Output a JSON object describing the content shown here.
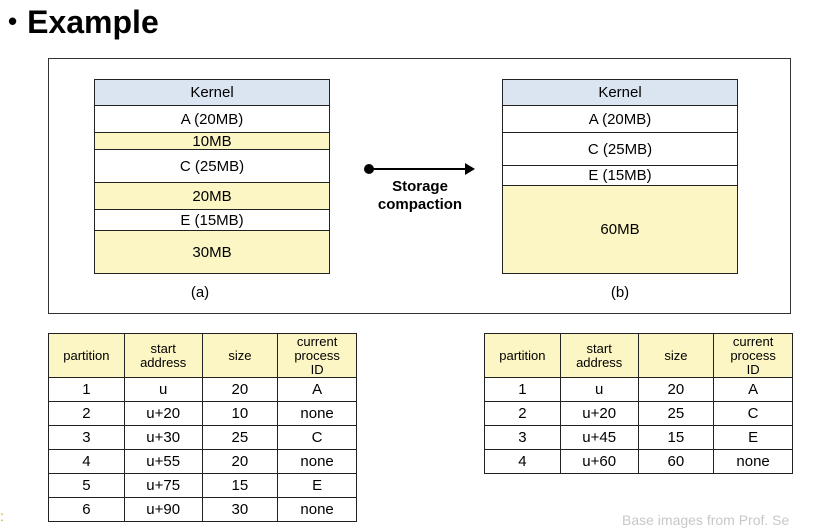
{
  "title": "Example",
  "bullet": "•",
  "diagram_a": {
    "caption": "(a)",
    "segments": [
      {
        "label": "Kernel",
        "kind": "kernel"
      },
      {
        "label": "A (20MB)",
        "kind": "proc"
      },
      {
        "label": "10MB",
        "kind": "free"
      },
      {
        "label": "C (25MB)",
        "kind": "proc"
      },
      {
        "label": "20MB",
        "kind": "free"
      },
      {
        "label": "E (15MB)",
        "kind": "proc"
      },
      {
        "label": "30MB",
        "kind": "free"
      }
    ]
  },
  "diagram_b": {
    "caption": "(b)",
    "segments": [
      {
        "label": "Kernel",
        "kind": "kernel"
      },
      {
        "label": "A (20MB)",
        "kind": "proc"
      },
      {
        "label": "C (25MB)",
        "kind": "proc"
      },
      {
        "label": "E (15MB)",
        "kind": "proc"
      },
      {
        "label": "60MB",
        "kind": "free"
      }
    ]
  },
  "arrow": {
    "label_line1": "Storage",
    "label_line2": "compaction"
  },
  "table_headers": {
    "partition": "partition",
    "start_line1": "start",
    "start_line2": "address",
    "size": "size",
    "proc_line1": "current",
    "proc_line2": "process",
    "proc_line3": "ID"
  },
  "table_a": [
    [
      "1",
      "u",
      "20",
      "A"
    ],
    [
      "2",
      "u+20",
      "10",
      "none"
    ],
    [
      "3",
      "u+30",
      "25",
      "C"
    ],
    [
      "4",
      "u+55",
      "20",
      "none"
    ],
    [
      "5",
      "u+75",
      "15",
      "E"
    ],
    [
      "6",
      "u+90",
      "30",
      "none"
    ]
  ],
  "table_b": [
    [
      "1",
      "u",
      "20",
      "A"
    ],
    [
      "2",
      "u+20",
      "25",
      "C"
    ],
    [
      "3",
      "u+45",
      "15",
      "E"
    ],
    [
      "4",
      "u+60",
      "60",
      "none"
    ]
  ],
  "footer": "Base images from Prof. Se",
  "side_mark": ":",
  "colors": {
    "kernel": "#dbe5f1",
    "free": "#fbf6c3",
    "process": "#ffffff"
  }
}
